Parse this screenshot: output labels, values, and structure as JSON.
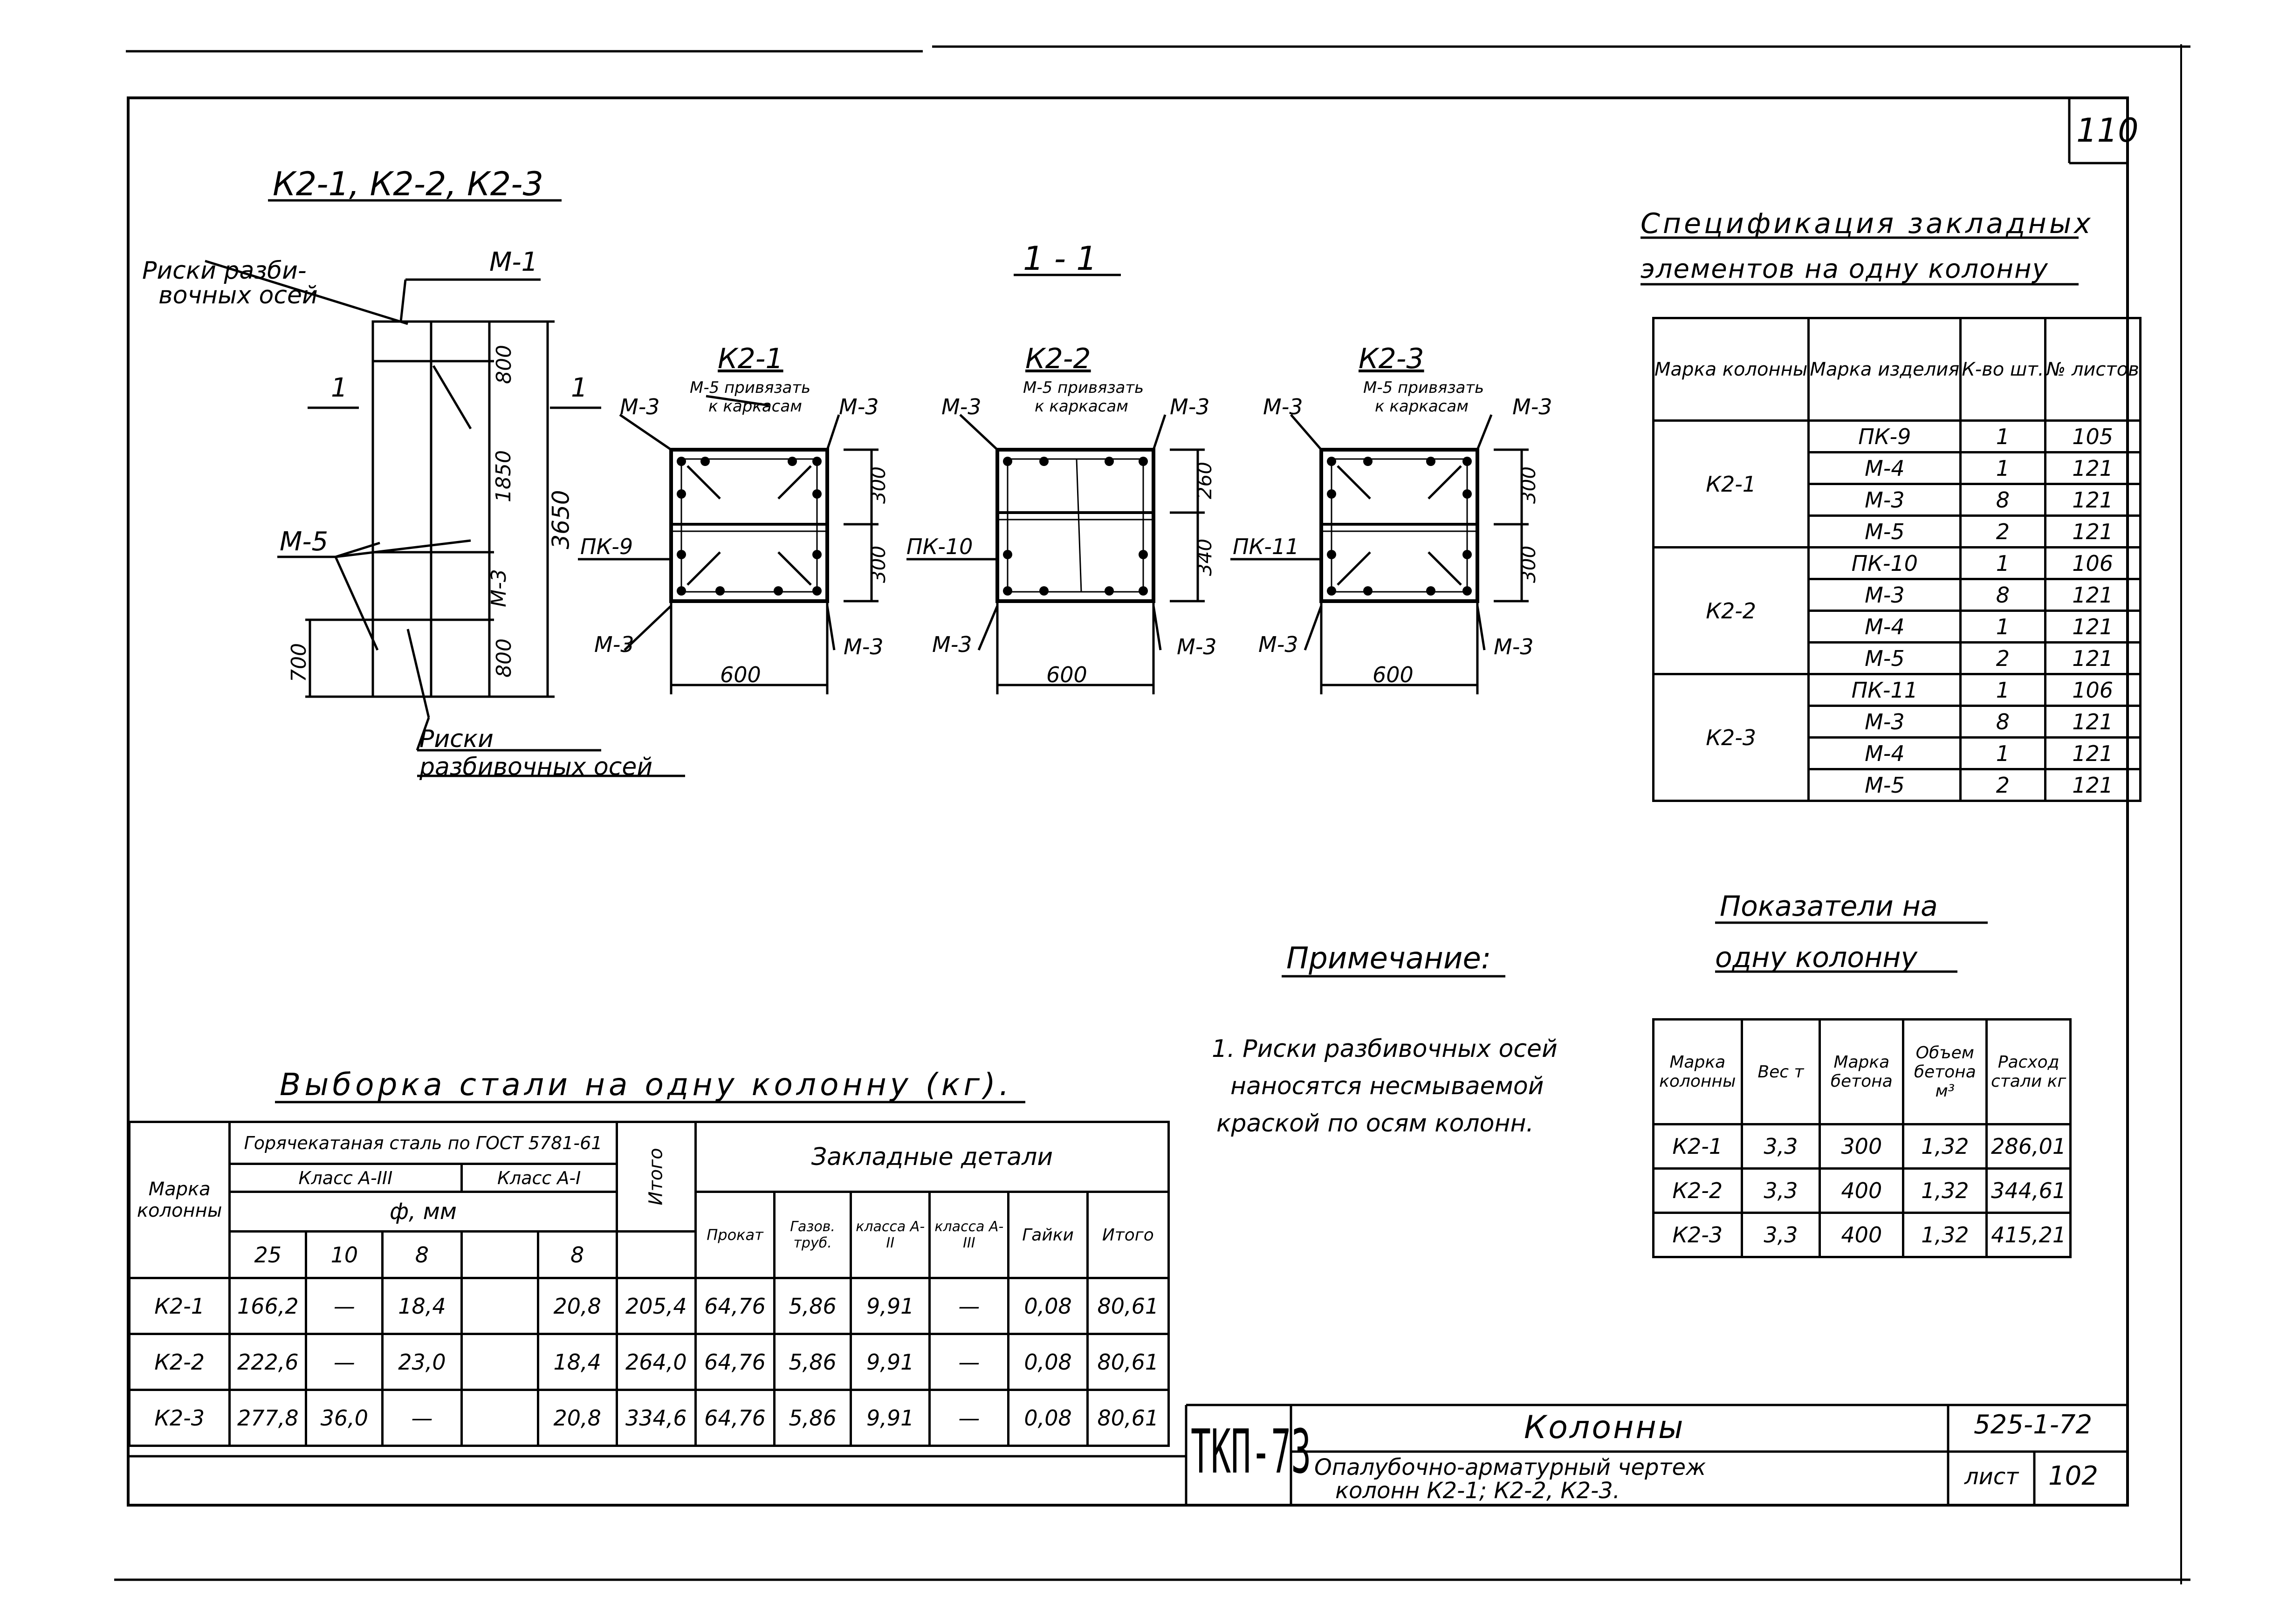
{
  "sheet_number": "110",
  "top_left_title": "К2-1, К2-2, К2-3",
  "side": {
    "marks_top_label_1": "Риски разби-",
    "marks_top_label_2": "вочных осей",
    "m1": "М-1",
    "m5": "М-5",
    "cut_left": "1",
    "cut_right": "1",
    "dim_800_top": "800",
    "dim_1850": "1850",
    "dim_3650": "3650",
    "dim_m3": "М-3",
    "dim_800_bottom": "800",
    "dim_700": "700",
    "marks_bottom_label_1": "Риски",
    "marks_bottom_label_2": "разбивочных осей"
  },
  "section_title": "1 - 1",
  "sections": [
    {
      "title": "К2-1",
      "note_1": "М-5 привязать",
      "note_2": "к каркасам",
      "m3_tl": "М-3",
      "m3_tr": "М-3",
      "m3_bl": "М-3",
      "m3_br": "М-3",
      "pk": "ПК-9",
      "dim_a": "300",
      "dim_b": "300",
      "width": "600"
    },
    {
      "title": "К2-2",
      "note_1": "М-5 привязать",
      "note_2": "к каркасам",
      "m3_tl": "М-3",
      "m3_tr": "М-3",
      "m3_bl": "М-3",
      "m3_br": "М-3",
      "pk": "ПК-10",
      "dim_a": "260",
      "dim_b": "340",
      "width": "600"
    },
    {
      "title": "К2-3",
      "note_1": "М-5 привязать",
      "note_2": "к каркасам",
      "m3_tl": "М-3",
      "m3_tr": "М-3",
      "m3_bl": "М-3",
      "m3_br": "М-3",
      "pk": "ПК-11",
      "dim_a": "300",
      "dim_b": "300",
      "width": "600"
    }
  ],
  "spec": {
    "title_1": "Спецификация закладных",
    "title_2": "элементов на одну колонну",
    "headers": [
      "Марка колонны",
      "Марка изделия",
      "К-во шт.",
      "№ листов"
    ],
    "groups": [
      {
        "column": "К2-1",
        "rows": [
          [
            "ПК-9",
            "1",
            "105"
          ],
          [
            "М-4",
            "1",
            "121"
          ],
          [
            "М-3",
            "8",
            "121"
          ],
          [
            "М-5",
            "2",
            "121"
          ]
        ]
      },
      {
        "column": "К2-2",
        "rows": [
          [
            "ПК-10",
            "1",
            "106"
          ],
          [
            "М-3",
            "8",
            "121"
          ],
          [
            "М-4",
            "1",
            "121"
          ],
          [
            "М-5",
            "2",
            "121"
          ]
        ]
      },
      {
        "column": "К2-3",
        "rows": [
          [
            "ПК-11",
            "1",
            "106"
          ],
          [
            "М-3",
            "8",
            "121"
          ],
          [
            "М-4",
            "1",
            "121"
          ],
          [
            "М-5",
            "2",
            "121"
          ]
        ]
      }
    ]
  },
  "notes": {
    "title": "Примечание:",
    "line_1": "1. Риски разбивочных осей",
    "line_2": "наносятся несмываемой",
    "line_3": "краской по осям колонн."
  },
  "indicators": {
    "title_1": "Показатели на",
    "title_2": "одну колонну",
    "headers": [
      "Марка колонны",
      "Вес т",
      "Марка бетона",
      "Объем бетона м³",
      "Расход стали кг"
    ],
    "rows": [
      [
        "К2-1",
        "3,3",
        "300",
        "1,32",
        "286,01"
      ],
      [
        "К2-2",
        "3,3",
        "400",
        "1,32",
        "344,61"
      ],
      [
        "К2-3",
        "3,3",
        "400",
        "1,32",
        "415,21"
      ]
    ]
  },
  "steel": {
    "title": "Выборка стали на одну колонну (кг).",
    "h_mark": "Марка колонны",
    "h_hot": "Горячекатаная сталь по ГОСТ 5781-61",
    "h_class3": "Класс А-III",
    "h_class1": "Класс А-I",
    "h_diam": "ф, мм",
    "h_total": "Итого",
    "h_embed": "Закладные детали",
    "diams": [
      "25",
      "10",
      "8",
      "",
      "8"
    ],
    "embed_heads": [
      "Прокат",
      "Газов. труб.",
      "класса А-II",
      "класса А-III",
      "Гайки",
      "Итого"
    ],
    "rows": [
      [
        "К2-1",
        "166,2",
        "—",
        "18,4",
        "",
        "20,8",
        "205,4",
        "64,76",
        "5,86",
        "9,91",
        "—",
        "0,08",
        "80,61"
      ],
      [
        "К2-2",
        "222,6",
        "—",
        "23,0",
        "",
        "18,4",
        "264,0",
        "64,76",
        "5,86",
        "9,91",
        "—",
        "0,08",
        "80,61"
      ],
      [
        "К2-3",
        "277,8",
        "36,0",
        "—",
        "",
        "20,8",
        "334,6",
        "64,76",
        "5,86",
        "9,91",
        "—",
        "0,08",
        "80,61"
      ]
    ]
  },
  "title_block": {
    "stamp": "ТКП-73",
    "name": "Колонны",
    "code": "525-1-72",
    "desc_1": "Опалубочно-арматурный чертеж",
    "desc_2": "колонн К2-1; К2-2, К2-3.",
    "sheet_label": "лист",
    "sheet_no": "102"
  }
}
